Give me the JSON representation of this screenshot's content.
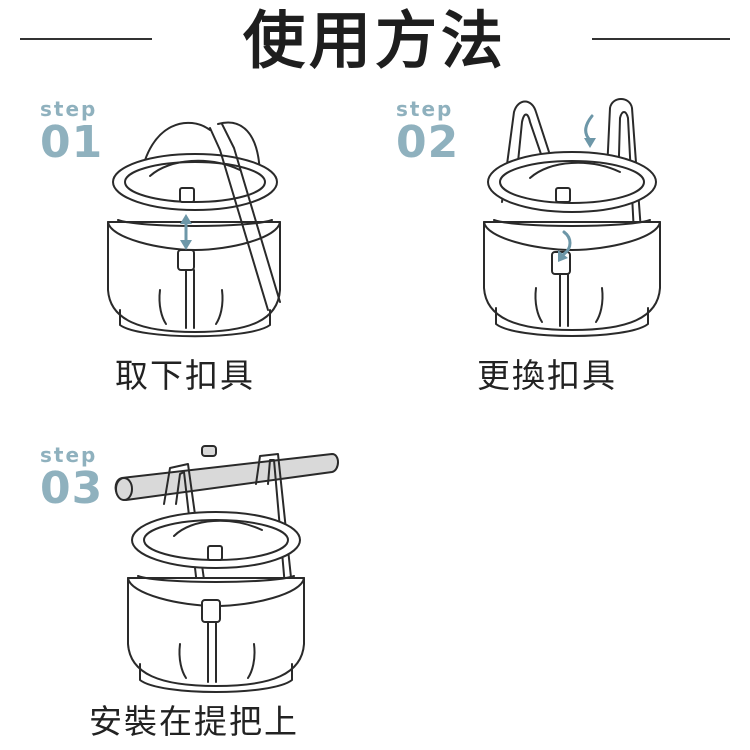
{
  "title": "使用方法",
  "steps": [
    {
      "word": "step",
      "number": "01",
      "caption": "取下扣具"
    },
    {
      "word": "step",
      "number": "02",
      "caption": "更換扣具"
    },
    {
      "word": "step",
      "number": "03",
      "caption": "安裝在提把上"
    }
  ],
  "colors": {
    "accent": "#8fb1be",
    "arrow": "#6d97a8",
    "line": "#2a2a2a"
  }
}
